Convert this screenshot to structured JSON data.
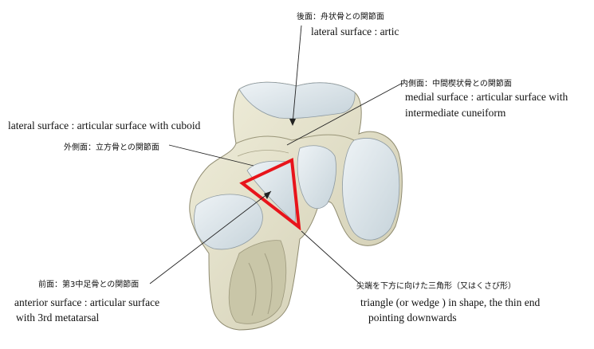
{
  "labels": {
    "posterior": {
      "jp": "後面：舟状骨との関節面",
      "en": "lateral surface : artic"
    },
    "medial": {
      "jp": "内側面：中間楔状骨との関節面",
      "en_line1": "medial surface : articular surface with",
      "en_line2": "intermediate cuneiform"
    },
    "lateral": {
      "en": "lateral surface : articular surface with cuboid",
      "jp": "外側面：立方骨との関節面"
    },
    "anterior": {
      "jp": "前面：第3中足骨との関節面",
      "en_line1": "anterior surface : articular surface",
      "en_line2": "with 3rd metatarsal"
    },
    "shape": {
      "jp": "尖端を下方に向けた三角形（又はくさび形）",
      "en_line1": "triangle (or wedge ) in shape, the thin end",
      "en_line2": "pointing downwards"
    }
  },
  "colors": {
    "bone": "#e6e4cf",
    "bone_shadow": "#c9c6a8",
    "cartilage": "#d9e4e9",
    "highlight": "#e8141b",
    "leader": "#222222"
  }
}
